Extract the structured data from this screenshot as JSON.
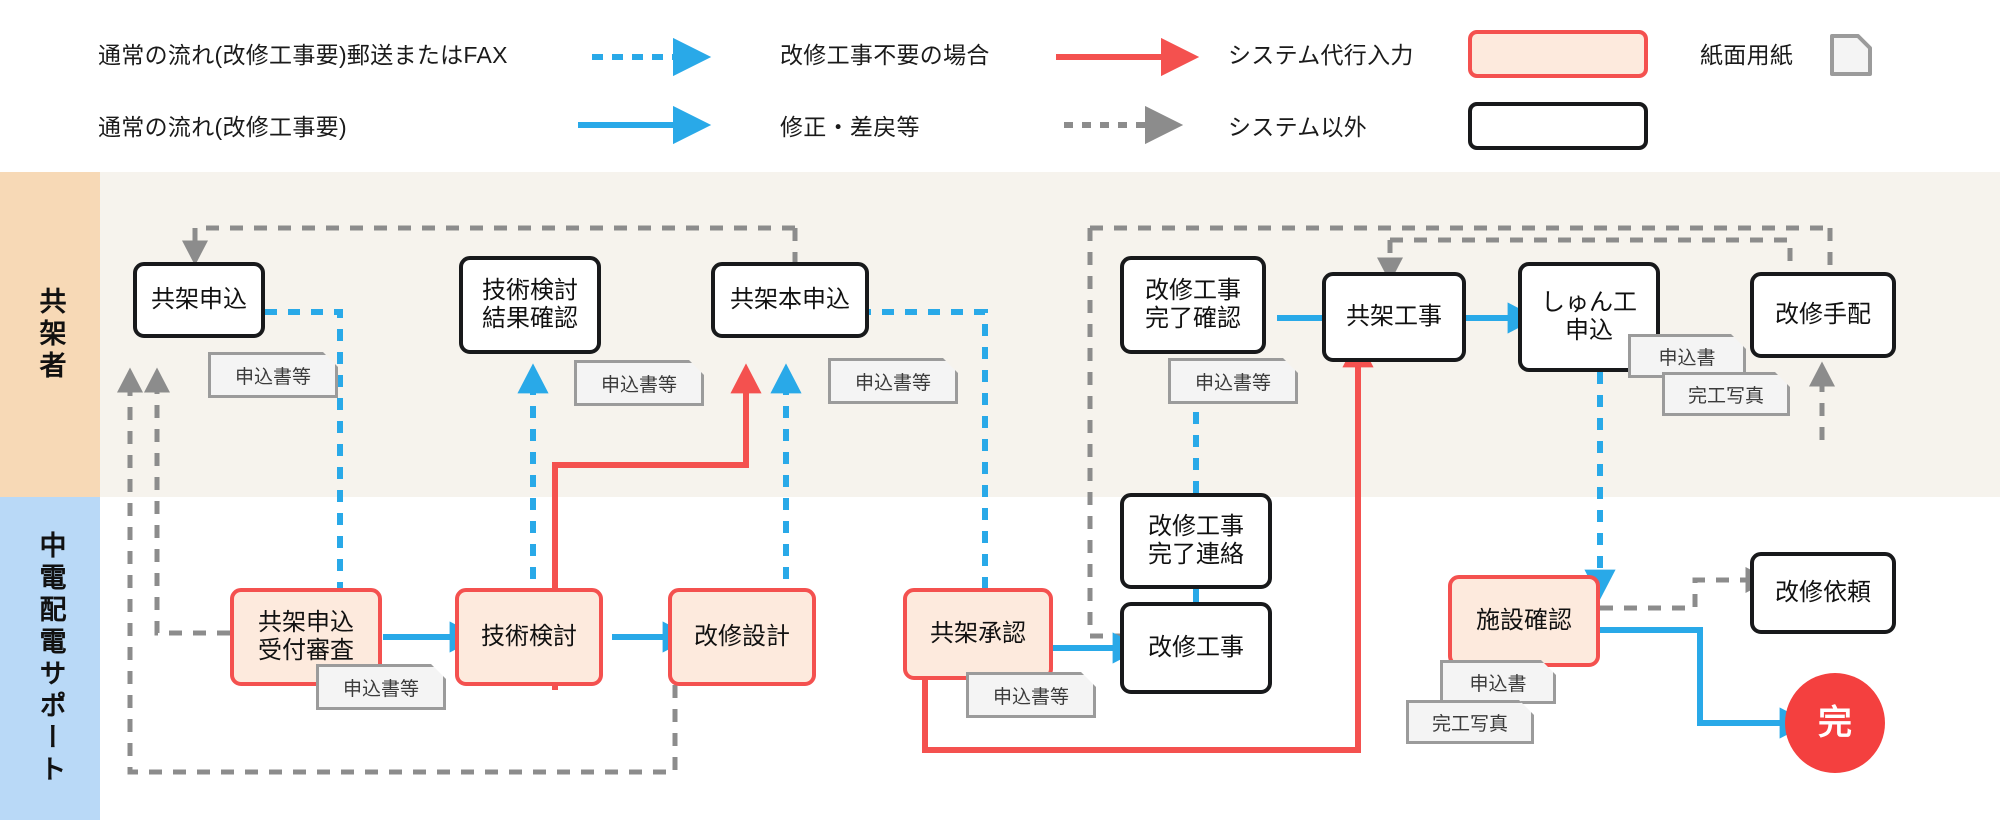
{
  "legend": {
    "items": [
      {
        "label": "通常の流れ(改修工事要)郵送またはFAX",
        "art": "blue-dashed-arrow"
      },
      {
        "label": "通常の流れ(改修工事要)",
        "art": "blue-solid-arrow"
      },
      {
        "label": "改修工事不要の場合",
        "art": "red-solid-arrow"
      },
      {
        "label": "修正・差戻等",
        "art": "gray-dashed-arrow"
      },
      {
        "label": "システム代行入力",
        "art": "pink-rounded-box"
      },
      {
        "label": "システム以外",
        "art": "black-rounded-box"
      },
      {
        "label": "紙面用紙",
        "art": "paper-sheet-icon"
      }
    ]
  },
  "swimlanes": [
    {
      "id": "kyoka-sha",
      "label": "共架者",
      "color": "#f7d9b6"
    },
    {
      "id": "chuden-support",
      "label": "中電配電サポート",
      "color": "#b9d9f7"
    }
  ],
  "nodes": {
    "kyoka_moushikomi": {
      "label": "共架申込",
      "lane": "kyoka-sha",
      "type": "ext"
    },
    "gijutsu_kekka": {
      "label": "技術検討\n結果確認",
      "lane": "kyoka-sha",
      "type": "ext"
    },
    "kyoka_hon_moushikomi": {
      "label": "共架本申込",
      "lane": "kyoka-sha",
      "type": "ext"
    },
    "kaishu_kanryo_kakunin": {
      "label": "改修工事\n完了確認",
      "lane": "kyoka-sha",
      "type": "ext"
    },
    "kyoka_kouji": {
      "label": "共架工事",
      "lane": "kyoka-sha",
      "type": "ext"
    },
    "shunko_moushikomi": {
      "label": "しゅん工\n申込",
      "lane": "kyoka-sha",
      "type": "ext"
    },
    "kaishu_tehai": {
      "label": "改修手配",
      "lane": "kyoka-sha",
      "type": "ext"
    },
    "uketsuke_shinsa": {
      "label": "共架申込\n受付審査",
      "lane": "chuden-support",
      "type": "sys"
    },
    "gijutsu_kentou": {
      "label": "技術検討",
      "lane": "chuden-support",
      "type": "sys"
    },
    "kaishu_sekkei": {
      "label": "改修設計",
      "lane": "chuden-support",
      "type": "sys"
    },
    "kyoka_shounin": {
      "label": "共架承認",
      "lane": "chuden-support",
      "type": "sys"
    },
    "kaishu_kanryo_renraku": {
      "label": "改修工事\n完了連絡",
      "lane": "chuden-support",
      "type": "ext"
    },
    "kaishu_kouji": {
      "label": "改修工事",
      "lane": "chuden-support",
      "type": "ext"
    },
    "shisetsu_kakunin": {
      "label": "施設確認",
      "lane": "chuden-support",
      "type": "sys"
    },
    "kaishu_irai": {
      "label": "改修依頼",
      "lane": "chuden-support",
      "type": "ext"
    },
    "kan": {
      "label": "完",
      "lane": "chuden-support",
      "type": "done"
    }
  },
  "papers": {
    "p1": "申込書等",
    "p2": "申込書等",
    "p3": "申込書等",
    "p4": "申込書等",
    "p5": "申込書",
    "p6": "完工写真",
    "p7": "申込書等",
    "p8": "申込書等",
    "p9": "申込書",
    "p10": "完工写真"
  },
  "colors": {
    "blue": "#29a9e8",
    "red": "#f4514f",
    "gray": "#8c8c8c",
    "black": "#18191b",
    "pink_fill": "#fdeadd",
    "lane_top": "#f7d9b6",
    "lane_bottom": "#b9d9f7",
    "band_top_bg": "#f6f3ed",
    "done_fill": "#f4403f"
  }
}
